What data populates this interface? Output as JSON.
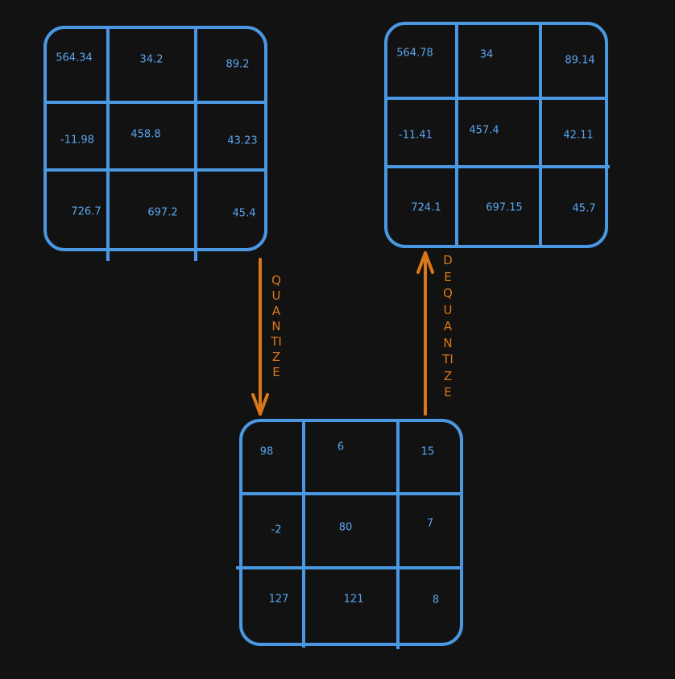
{
  "original_matrix": {
    "cells": [
      [
        "564.34",
        "34.2",
        "89.2"
      ],
      [
        "-11.98",
        "458.8",
        "43.23"
      ],
      [
        "726.7",
        "697.2",
        "45.4"
      ]
    ]
  },
  "dequantized_matrix": {
    "cells": [
      [
        "564.78",
        "34",
        "89.14"
      ],
      [
        "-11.41",
        "457.4",
        "42.11"
      ],
      [
        "724.1",
        "697.15",
        "45.7"
      ]
    ]
  },
  "quantized_matrix": {
    "cells": [
      [
        "98",
        "6",
        "15"
      ],
      [
        "-2",
        "80",
        "7"
      ],
      [
        "127",
        "121",
        "8"
      ]
    ]
  },
  "arrows": {
    "quantize_label": "QUANTIZE",
    "dequantize_label": "DEQUANTIZE"
  },
  "colors": {
    "grid": "#4a97e2",
    "text": "#5aa6f0",
    "arrow": "#d9781a",
    "background": "#121212"
  }
}
